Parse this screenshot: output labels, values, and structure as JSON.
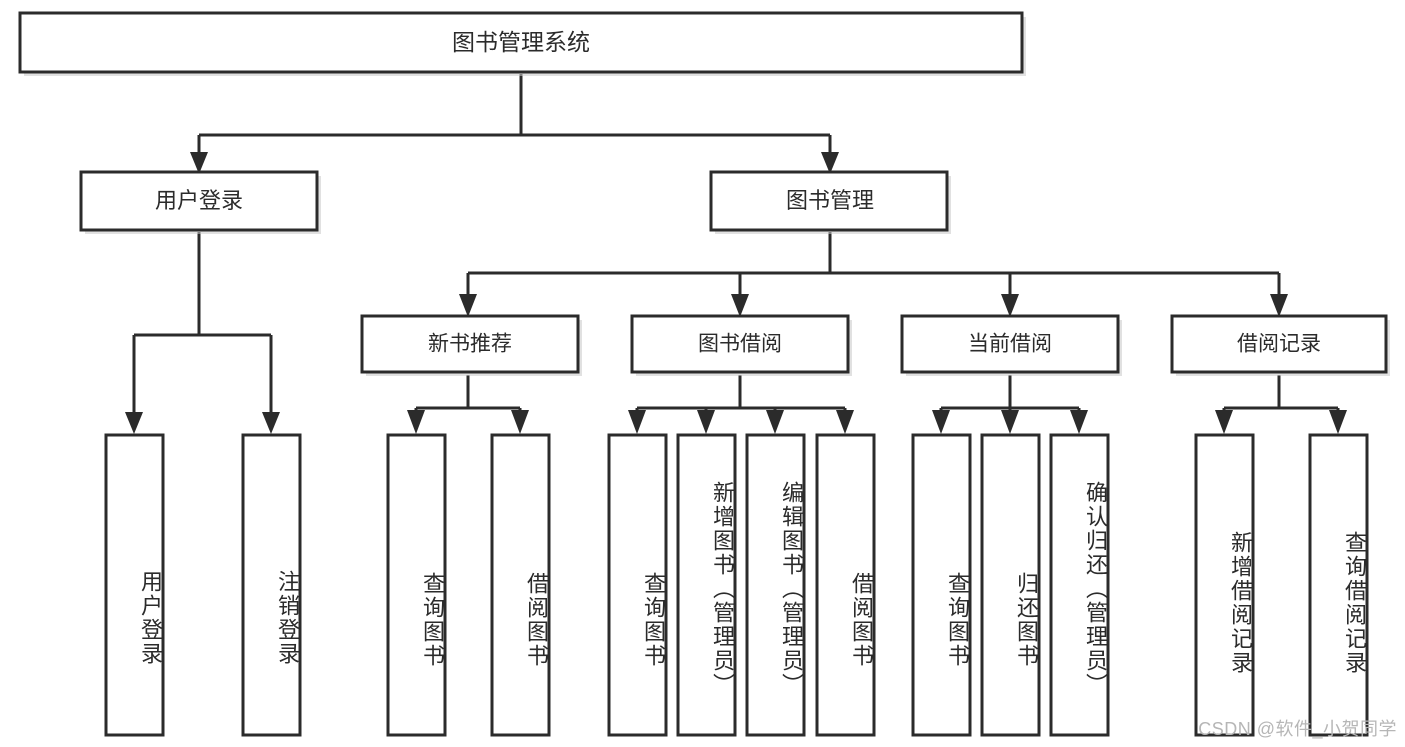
{
  "diagram": {
    "title": "图书管理系统",
    "type": "tree",
    "orientation": "top-down",
    "colors": {
      "box_fill": "#ffffff",
      "box_stroke": "#2b2b2b",
      "link": "#2b2b2b",
      "text": "#2b2b2b",
      "watermark": "#b6b6b6",
      "background": "#ffffff"
    },
    "root": {
      "id": "root",
      "label": "图书管理系统",
      "level": 0
    },
    "level1": [
      {
        "id": "user-login",
        "label": "用户登录",
        "level": 1
      },
      {
        "id": "book-management",
        "label": "图书管理",
        "level": 1
      }
    ],
    "level2": [
      {
        "id": "new-book-recommend",
        "label": "新书推荐",
        "level": 2,
        "parent": "book-management"
      },
      {
        "id": "book-borrow",
        "label": "图书借阅",
        "level": 2,
        "parent": "book-management"
      },
      {
        "id": "current-borrow",
        "label": "当前借阅",
        "level": 2,
        "parent": "book-management"
      },
      {
        "id": "borrow-record",
        "label": "借阅记录",
        "level": 2,
        "parent": "book-management"
      }
    ],
    "leaves": [
      {
        "id": "leaf-user-login",
        "label": "用户登录",
        "parent": "user-login"
      },
      {
        "id": "leaf-user-logout",
        "label": "注销登录",
        "parent": "user-login"
      },
      {
        "id": "leaf-query-book-1",
        "label": "查询图书",
        "parent": "new-book-recommend"
      },
      {
        "id": "leaf-borrow-book-1",
        "label": "借阅图书",
        "parent": "new-book-recommend"
      },
      {
        "id": "leaf-query-book-2",
        "label": "查询图书",
        "parent": "book-borrow"
      },
      {
        "id": "leaf-add-book",
        "label": "新增图书（管理员）",
        "parent": "book-borrow"
      },
      {
        "id": "leaf-edit-book",
        "label": "编辑图书（管理员）",
        "parent": "book-borrow"
      },
      {
        "id": "leaf-borrow-book-2",
        "label": "借阅图书",
        "parent": "book-borrow"
      },
      {
        "id": "leaf-query-book-3",
        "label": "查询图书",
        "parent": "current-borrow"
      },
      {
        "id": "leaf-return-book",
        "label": "归还图书",
        "parent": "current-borrow"
      },
      {
        "id": "leaf-confirm-return",
        "label": "确认归还（管理员）",
        "parent": "current-borrow"
      },
      {
        "id": "leaf-add-record",
        "label": "新增借阅记录",
        "parent": "borrow-record"
      },
      {
        "id": "leaf-query-record",
        "label": "查询借阅记录",
        "parent": "borrow-record"
      }
    ],
    "watermark": "CSDN @软件_小贺同学"
  }
}
